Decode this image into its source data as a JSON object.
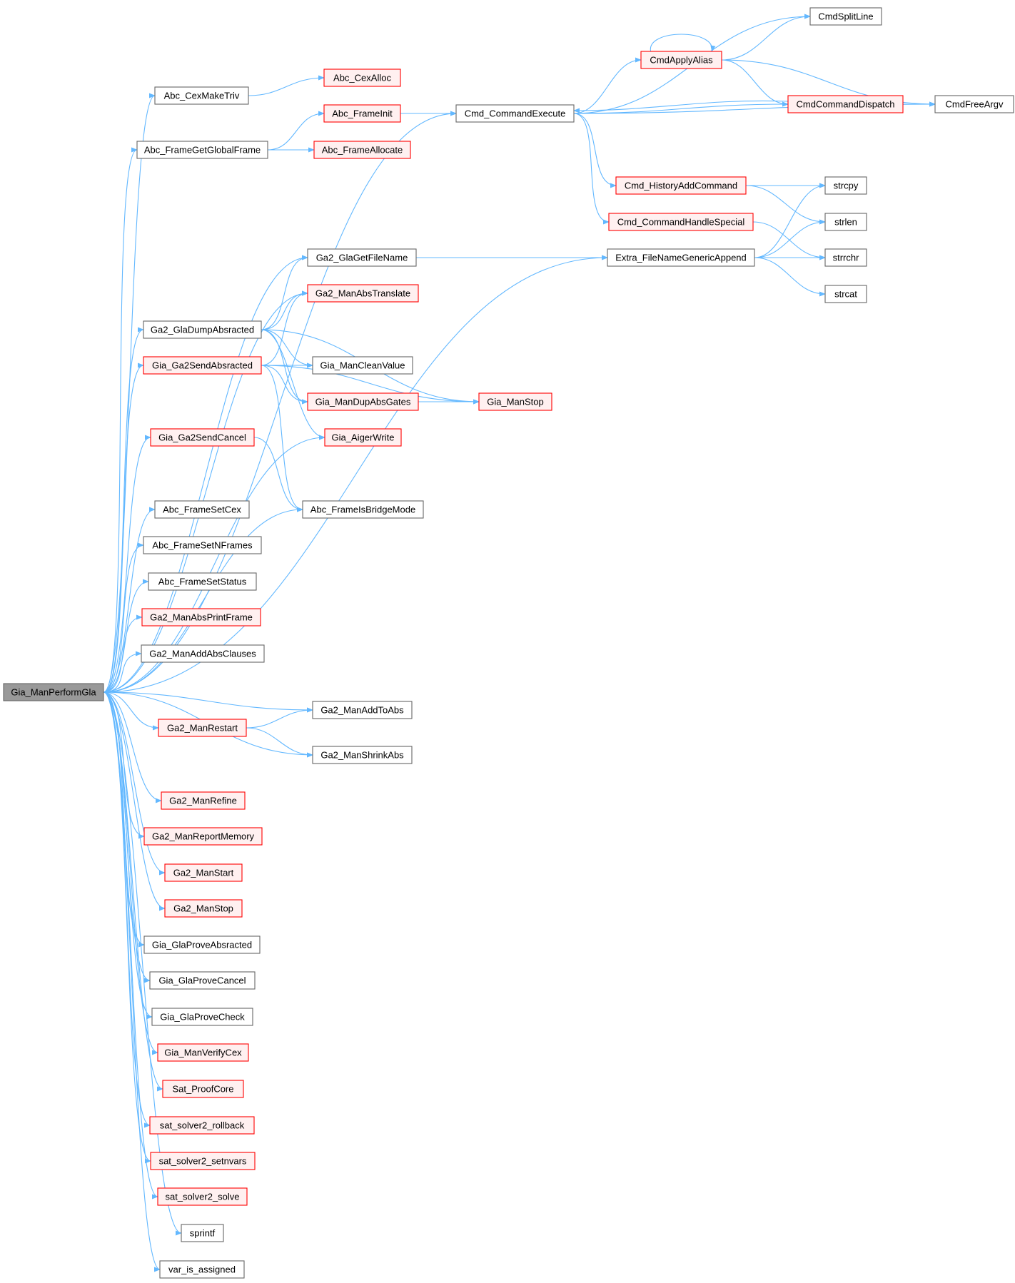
{
  "graph": {
    "title": "Gia_ManPerformGla call graph",
    "colors": {
      "edge": "#63b8ff",
      "root_fill": "#999999",
      "root_border": "#666666",
      "normal_fill": "#ffffff",
      "normal_border": "#666666",
      "undoc_fill": "#fff0f0",
      "undoc_border": "#ff0000"
    },
    "nodes": [
      {
        "id": "n_root",
        "label": "Gia_ManPerformGla",
        "kind": "root"
      },
      {
        "id": "n_cexmaketriv",
        "label": "Abc_CexMakeTriv",
        "kind": "normal"
      },
      {
        "id": "n_cexalloc",
        "label": "Abc_CexAlloc",
        "kind": "undoc"
      },
      {
        "id": "n_getglobalframe",
        "label": "Abc_FrameGetGlobalFrame",
        "kind": "normal"
      },
      {
        "id": "n_frameinit",
        "label": "Abc_FrameInit",
        "kind": "undoc"
      },
      {
        "id": "n_frameallocate",
        "label": "Abc_FrameAllocate",
        "kind": "undoc"
      },
      {
        "id": "n_cmdexecute",
        "label": "Cmd_CommandExecute",
        "kind": "normal"
      },
      {
        "id": "n_cmdsplitline",
        "label": "CmdSplitLine",
        "kind": "normal"
      },
      {
        "id": "n_cmdapplyalias",
        "label": "CmdApplyAlias",
        "kind": "undoc"
      },
      {
        "id": "n_cmdfreeargv",
        "label": "CmdFreeArgv",
        "kind": "normal"
      },
      {
        "id": "n_cmddispatch",
        "label": "CmdCommandDispatch",
        "kind": "undoc"
      },
      {
        "id": "n_historyadd",
        "label": "Cmd_HistoryAddCommand",
        "kind": "undoc"
      },
      {
        "id": "n_handlespecial",
        "label": "Cmd_CommandHandleSpecial",
        "kind": "undoc"
      },
      {
        "id": "n_strcpy",
        "label": "strcpy",
        "kind": "normal"
      },
      {
        "id": "n_strlen",
        "label": "strlen",
        "kind": "normal"
      },
      {
        "id": "n_strrchr",
        "label": "strrchr",
        "kind": "normal"
      },
      {
        "id": "n_strcat",
        "label": "strcat",
        "kind": "normal"
      },
      {
        "id": "n_extraappend",
        "label": "Extra_FileNameGenericAppend",
        "kind": "normal"
      },
      {
        "id": "n_glagetfilename",
        "label": "Ga2_GlaGetFileName",
        "kind": "normal"
      },
      {
        "id": "n_manabstranslate",
        "label": "Ga2_ManAbsTranslate",
        "kind": "undoc"
      },
      {
        "id": "n_gladumpabs",
        "label": "Ga2_GlaDumpAbsracted",
        "kind": "normal"
      },
      {
        "id": "n_ga2sendabs",
        "label": "Gia_Ga2SendAbsracted",
        "kind": "undoc"
      },
      {
        "id": "n_mancleanvalue",
        "label": "Gia_ManCleanValue",
        "kind": "normal"
      },
      {
        "id": "n_mandupabsgates",
        "label": "Gia_ManDupAbsGates",
        "kind": "undoc"
      },
      {
        "id": "n_manstop",
        "label": "Gia_ManStop",
        "kind": "undoc"
      },
      {
        "id": "n_aigerwrite",
        "label": "Gia_AigerWrite",
        "kind": "undoc"
      },
      {
        "id": "n_ga2sendcancel",
        "label": "Gia_Ga2SendCancel",
        "kind": "undoc"
      },
      {
        "id": "n_isbridgemode",
        "label": "Abc_FrameIsBridgeMode",
        "kind": "normal"
      },
      {
        "id": "n_framesetcex",
        "label": "Abc_FrameSetCex",
        "kind": "normal"
      },
      {
        "id": "n_framesetnframes",
        "label": "Abc_FrameSetNFrames",
        "kind": "normal"
      },
      {
        "id": "n_framesetstatus",
        "label": "Abc_FrameSetStatus",
        "kind": "normal"
      },
      {
        "id": "n_absprintframe",
        "label": "Ga2_ManAbsPrintFrame",
        "kind": "undoc"
      },
      {
        "id": "n_addabsclauses",
        "label": "Ga2_ManAddAbsClauses",
        "kind": "normal"
      },
      {
        "id": "n_addtoabs",
        "label": "Ga2_ManAddToAbs",
        "kind": "normal"
      },
      {
        "id": "n_manrestart",
        "label": "Ga2_ManRestart",
        "kind": "undoc"
      },
      {
        "id": "n_shrinkabs",
        "label": "Ga2_ManShrinkAbs",
        "kind": "normal"
      },
      {
        "id": "n_manrefine",
        "label": "Ga2_ManRefine",
        "kind": "undoc"
      },
      {
        "id": "n_reportmemory",
        "label": "Ga2_ManReportMemory",
        "kind": "undoc"
      },
      {
        "id": "n_manstart",
        "label": "Ga2_ManStart",
        "kind": "undoc"
      },
      {
        "id": "n_ga2manstop",
        "label": "Ga2_ManStop",
        "kind": "undoc"
      },
      {
        "id": "n_proveabs",
        "label": "Gia_GlaProveAbsracted",
        "kind": "normal"
      },
      {
        "id": "n_provecancel",
        "label": "Gia_GlaProveCancel",
        "kind": "normal"
      },
      {
        "id": "n_provecheck",
        "label": "Gia_GlaProveCheck",
        "kind": "normal"
      },
      {
        "id": "n_verifycex",
        "label": "Gia_ManVerifyCex",
        "kind": "undoc"
      },
      {
        "id": "n_proofcore",
        "label": "Sat_ProofCore",
        "kind": "undoc"
      },
      {
        "id": "n_rollback",
        "label": "sat_solver2_rollback",
        "kind": "undoc"
      },
      {
        "id": "n_setnvars",
        "label": "sat_solver2_setnvars",
        "kind": "undoc"
      },
      {
        "id": "n_solve",
        "label": "sat_solver2_solve",
        "kind": "undoc"
      },
      {
        "id": "n_sprintf",
        "label": "sprintf",
        "kind": "normal"
      },
      {
        "id": "n_varassigned",
        "label": "var_is_assigned",
        "kind": "normal"
      }
    ],
    "edges": [
      [
        "n_root",
        "n_cexmaketriv"
      ],
      [
        "n_root",
        "n_getglobalframe"
      ],
      [
        "n_root",
        "n_cmdexecute"
      ],
      [
        "n_root",
        "n_extraappend"
      ],
      [
        "n_root",
        "n_glagetfilename"
      ],
      [
        "n_root",
        "n_manabstranslate"
      ],
      [
        "n_root",
        "n_gladumpabs"
      ],
      [
        "n_root",
        "n_ga2sendabs"
      ],
      [
        "n_root",
        "n_aigerwrite"
      ],
      [
        "n_root",
        "n_ga2sendcancel"
      ],
      [
        "n_root",
        "n_isbridgemode"
      ],
      [
        "n_root",
        "n_framesetcex"
      ],
      [
        "n_root",
        "n_framesetnframes"
      ],
      [
        "n_root",
        "n_framesetstatus"
      ],
      [
        "n_root",
        "n_absprintframe"
      ],
      [
        "n_root",
        "n_addabsclauses"
      ],
      [
        "n_root",
        "n_addtoabs"
      ],
      [
        "n_root",
        "n_manrestart"
      ],
      [
        "n_root",
        "n_shrinkabs"
      ],
      [
        "n_root",
        "n_manrefine"
      ],
      [
        "n_root",
        "n_reportmemory"
      ],
      [
        "n_root",
        "n_manstart"
      ],
      [
        "n_root",
        "n_ga2manstop"
      ],
      [
        "n_root",
        "n_proveabs"
      ],
      [
        "n_root",
        "n_provecancel"
      ],
      [
        "n_root",
        "n_provecheck"
      ],
      [
        "n_root",
        "n_verifycex"
      ],
      [
        "n_root",
        "n_proofcore"
      ],
      [
        "n_root",
        "n_rollback"
      ],
      [
        "n_root",
        "n_setnvars"
      ],
      [
        "n_root",
        "n_solve"
      ],
      [
        "n_root",
        "n_sprintf"
      ],
      [
        "n_root",
        "n_varassigned"
      ],
      [
        "n_cexmaketriv",
        "n_cexalloc"
      ],
      [
        "n_getglobalframe",
        "n_frameinit"
      ],
      [
        "n_getglobalframe",
        "n_frameallocate"
      ],
      [
        "n_frameinit",
        "n_cmdexecute"
      ],
      [
        "n_cmdexecute",
        "n_cmdsplitline"
      ],
      [
        "n_cmdexecute",
        "n_cmdapplyalias"
      ],
      [
        "n_cmdexecute",
        "n_cmddispatch"
      ],
      [
        "n_cmdexecute",
        "n_cmdfreeargv"
      ],
      [
        "n_cmdexecute",
        "n_historyadd"
      ],
      [
        "n_cmdexecute",
        "n_handlespecial"
      ],
      [
        "n_cmdapplyalias",
        "n_cmdapplyalias"
      ],
      [
        "n_cmdapplyalias",
        "n_cmdsplitline"
      ],
      [
        "n_cmdapplyalias",
        "n_cmddispatch"
      ],
      [
        "n_cmdapplyalias",
        "n_cmdfreeargv"
      ],
      [
        "n_cmddispatch",
        "n_cmdexecute"
      ],
      [
        "n_cmddispatch",
        "n_cmdfreeargv"
      ],
      [
        "n_historyadd",
        "n_strcpy"
      ],
      [
        "n_historyadd",
        "n_strlen"
      ],
      [
        "n_handlespecial",
        "n_strrchr"
      ],
      [
        "n_extraappend",
        "n_strcpy"
      ],
      [
        "n_extraappend",
        "n_strlen"
      ],
      [
        "n_extraappend",
        "n_strrchr"
      ],
      [
        "n_extraappend",
        "n_strcat"
      ],
      [
        "n_glagetfilename",
        "n_extraappend"
      ],
      [
        "n_gladumpabs",
        "n_glagetfilename"
      ],
      [
        "n_gladumpabs",
        "n_manabstranslate"
      ],
      [
        "n_gladumpabs",
        "n_mancleanvalue"
      ],
      [
        "n_gladumpabs",
        "n_mandupabsgates"
      ],
      [
        "n_gladumpabs",
        "n_aigerwrite"
      ],
      [
        "n_gladumpabs",
        "n_manstop"
      ],
      [
        "n_ga2sendabs",
        "n_manabstranslate"
      ],
      [
        "n_ga2sendabs",
        "n_mancleanvalue"
      ],
      [
        "n_ga2sendabs",
        "n_mandupabsgates"
      ],
      [
        "n_ga2sendabs",
        "n_isbridgemode"
      ],
      [
        "n_ga2sendabs",
        "n_manstop"
      ],
      [
        "n_mandupabsgates",
        "n_manstop"
      ],
      [
        "n_ga2sendcancel",
        "n_isbridgemode"
      ],
      [
        "n_manrestart",
        "n_addtoabs"
      ],
      [
        "n_manrestart",
        "n_shrinkabs"
      ]
    ]
  }
}
